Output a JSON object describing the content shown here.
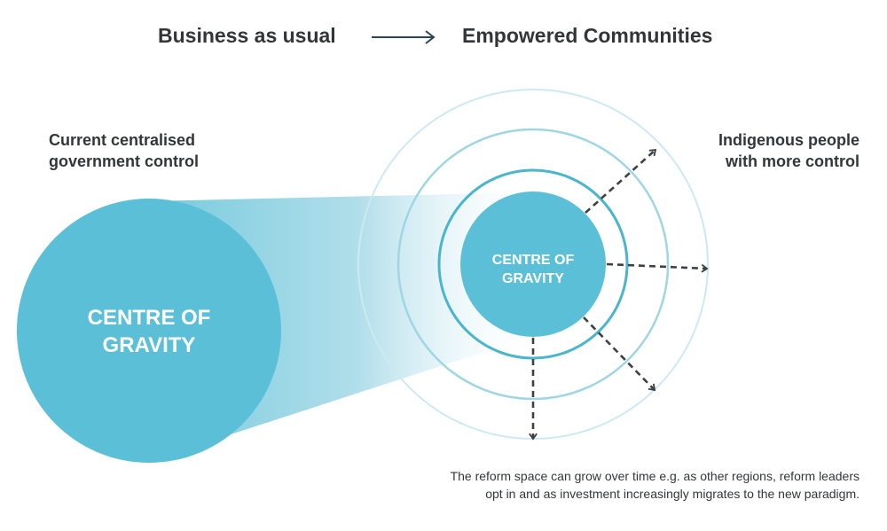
{
  "header": {
    "from_label": "Business as usual",
    "to_label": "Empowered Communities"
  },
  "left": {
    "description_lines": [
      "Current centralised",
      "government control"
    ],
    "circle_label_lines": [
      "CENTRE OF",
      "GRAVITY"
    ]
  },
  "right": {
    "description_lines": [
      "Indigenous people",
      "with more control"
    ],
    "circle_label_lines": [
      "CENTRE OF",
      "GRAVITY"
    ]
  },
  "caption_lines": [
    "The reform space can grow over time e.g. as other regions, reform leaders",
    "opt in and as investment increasingly migrates to the new paradigm."
  ],
  "colors": {
    "circle_fill": "#5bc0d7",
    "ring_inner": "#4ab5cc",
    "ring_middle": "#9fd6e3",
    "ring_outer": "#cde9f1",
    "text_dark": "#333638",
    "arrow": "#3d4144"
  }
}
